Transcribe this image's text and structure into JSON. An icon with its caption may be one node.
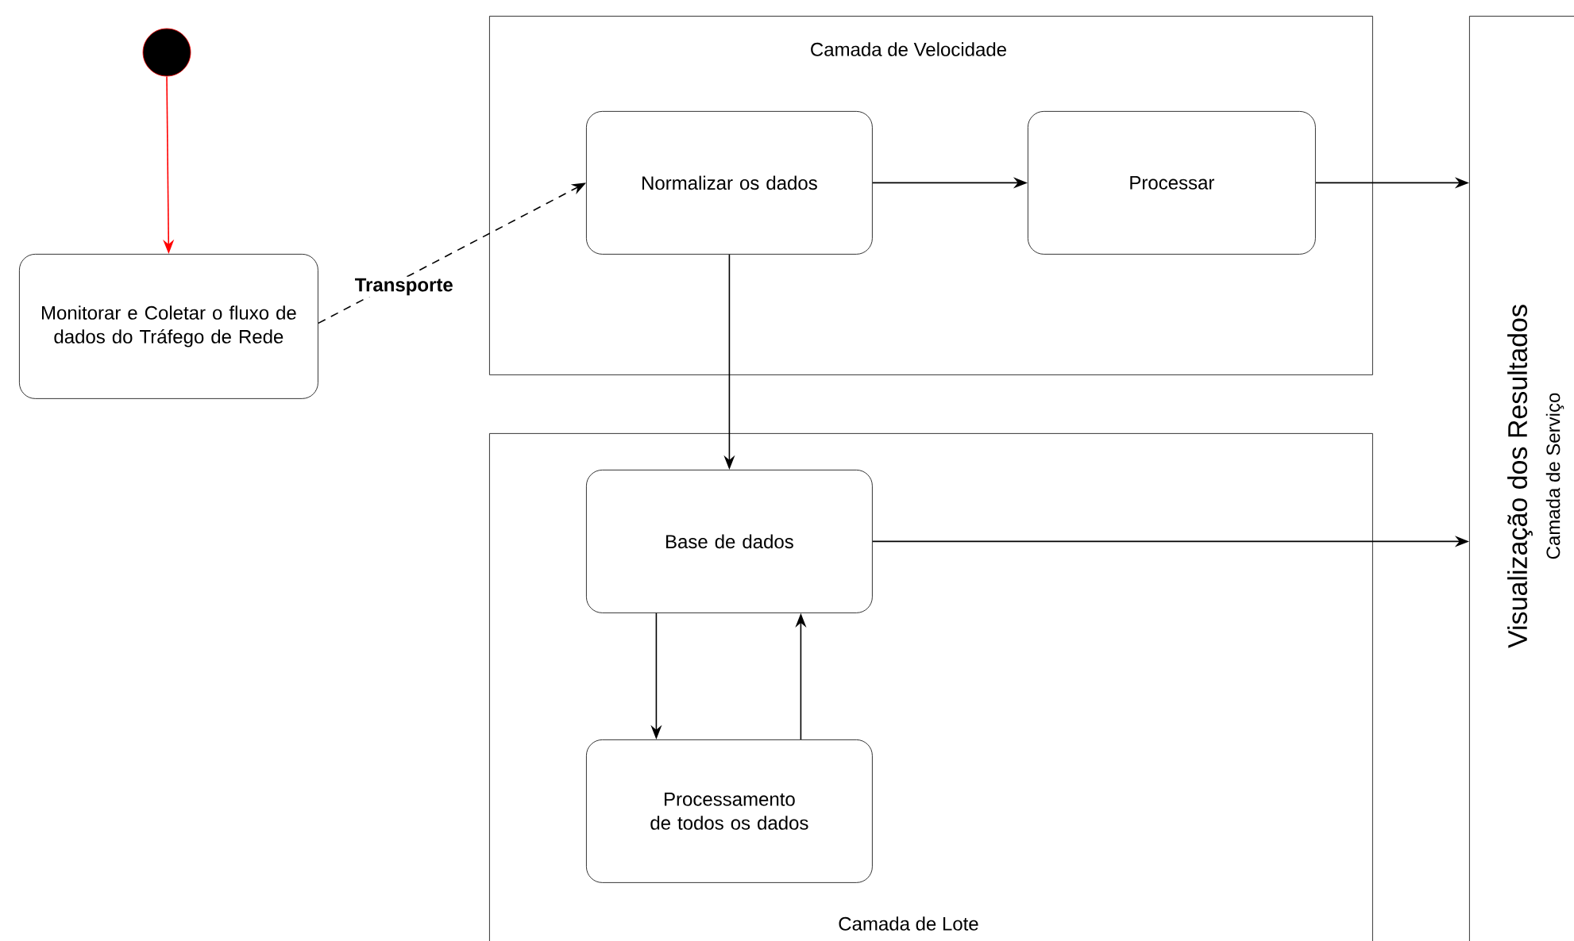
{
  "diagram": {
    "nodes": [
      {
        "text": [],
        "shape": "circle"
      },
      {
        "text": [
          "Monitorar e Coletar o fluxo de dados do Tráfego de Rede"
        ]
      },
      {
        "text": [
          "Camada de Velocidade"
        ]
      },
      {
        "text": [
          "Normalizar os dados"
        ],
        "in": 2
      },
      {
        "text": [
          "Processar"
        ],
        "in": 2
      },
      {
        "text": [
          "Camada de Lote"
        ]
      },
      {
        "text": [
          "Base de dados"
        ],
        "in": 5
      },
      {
        "text": [
          "Processamento de todos os dados"
        ],
        "in": 5
      },
      {
        "text": [
          "Visualização dos Resultados",
          "Camada de Serviço"
        ]
      }
    ],
    "edges": [
      {
        "from": 0,
        "to": 1,
        "arrow": "to",
        "color": "#ff0000"
      },
      {
        "from": 1,
        "to": 3,
        "arrow": "to",
        "label": "Transporte",
        "style": "dashed"
      },
      {
        "from": 3,
        "to": 4,
        "arrow": "to"
      },
      {
        "from": 4,
        "to": 8,
        "arrow": "to"
      },
      {
        "from": 3,
        "to": 6,
        "arrow": "to"
      },
      {
        "from": 6,
        "to": 8,
        "arrow": "to"
      },
      {
        "from": 6,
        "to": 7,
        "arrow": "to"
      },
      {
        "from": 7,
        "to": 6,
        "arrow": "to"
      }
    ]
  }
}
